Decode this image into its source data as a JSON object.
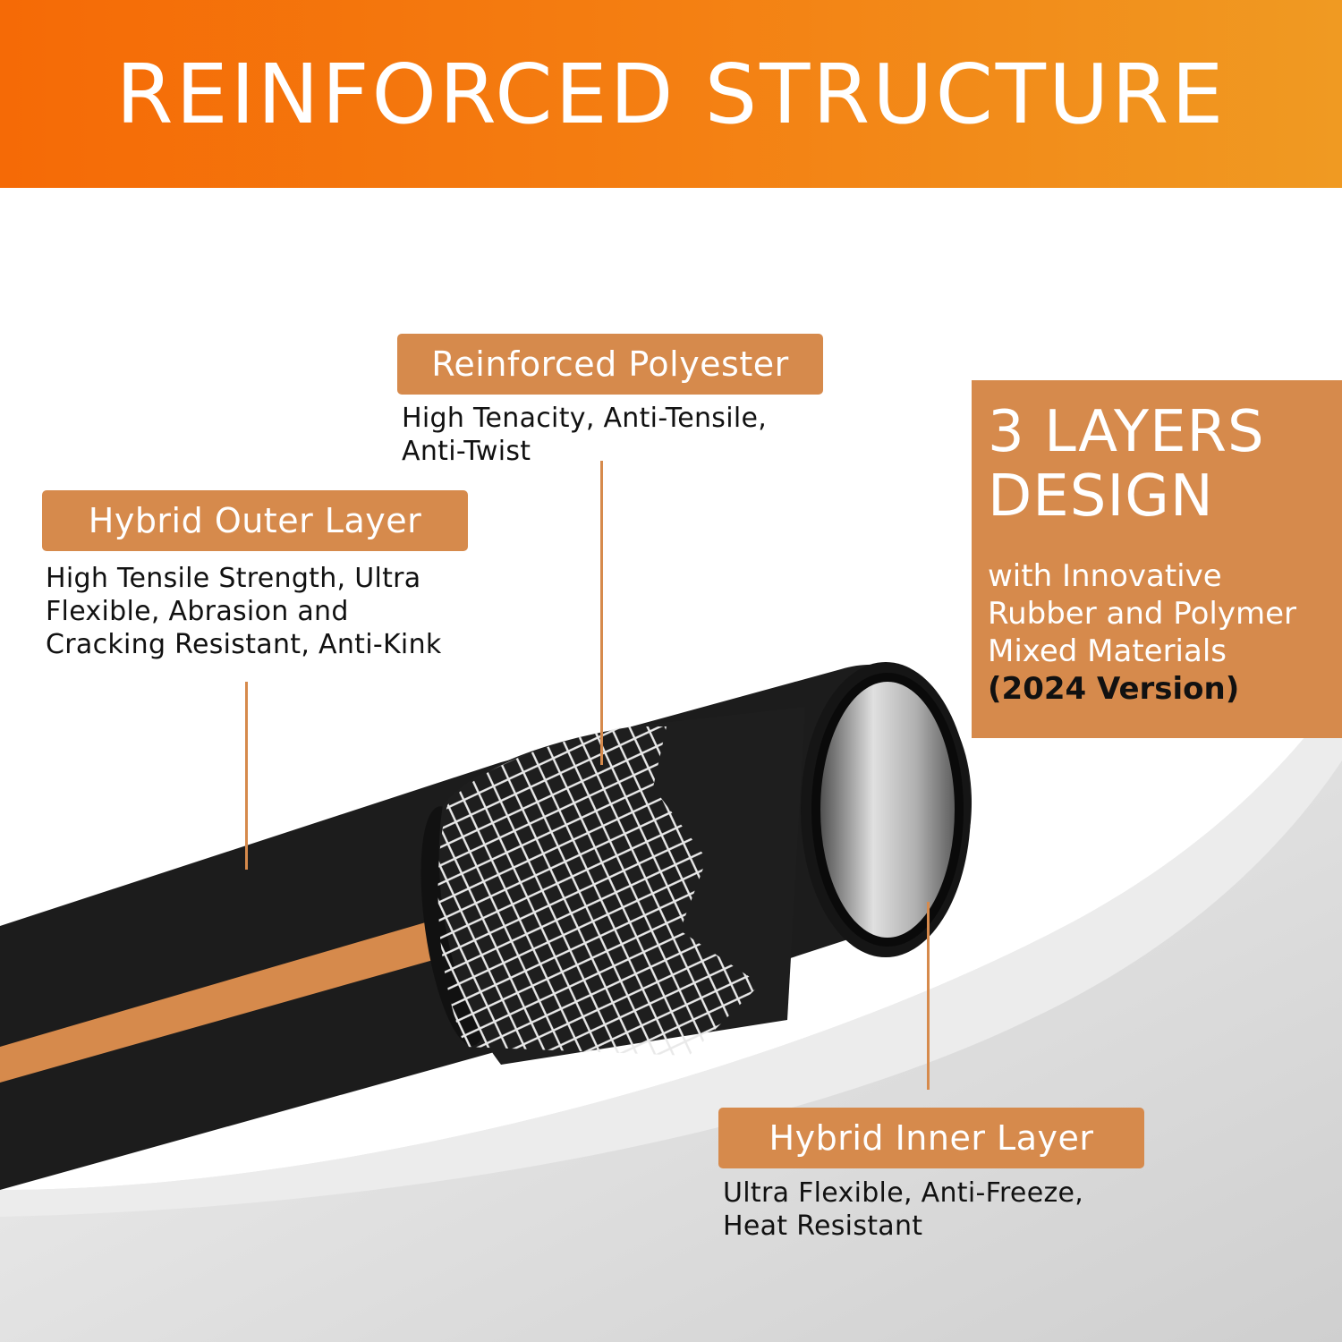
{
  "header": {
    "title": "REINFORCED STRUCTURE"
  },
  "labels": {
    "polyester": {
      "title": "Reinforced Polyester",
      "lines": [
        "High Tenacity, Anti-Tensile,",
        "Anti-Twist"
      ]
    },
    "outer": {
      "title": "Hybrid Outer Layer",
      "lines": [
        "High Tensile Strength, Ultra",
        "Flexible, Abrasion and",
        "Cracking Resistant, Anti-Kink"
      ]
    },
    "inner": {
      "title": "Hybrid Inner Layer",
      "lines": [
        "Ultra Flexible, Anti-Freeze,",
        "Heat Resistant"
      ]
    }
  },
  "layers_box": {
    "title_lines": [
      "3 LAYERS",
      "DESIGN"
    ],
    "sub_lines": [
      "with Innovative",
      "Rubber and Polymer",
      "Mixed Materials"
    ],
    "version": "(2024 Version)"
  },
  "colors": {
    "accent": "#d68a4c",
    "header_start": "#f56a06",
    "header_end": "#f09a22",
    "hose": "#1c1c1c"
  }
}
